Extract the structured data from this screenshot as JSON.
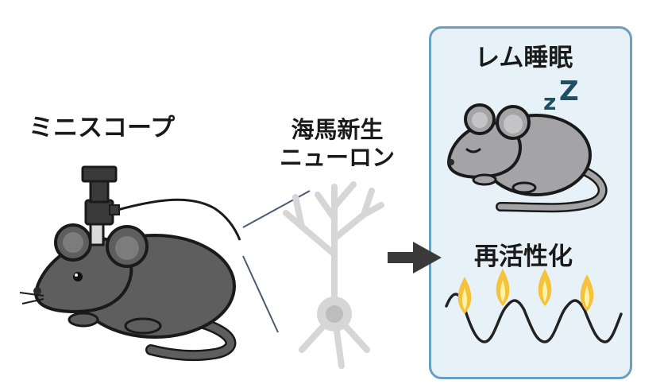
{
  "labels": {
    "miniscope": "ミニスコープ",
    "neuron_line1": "海馬新生",
    "neuron_line2": "ニューロン",
    "rem_sleep": "レム睡眠",
    "reactivation": "再活性化",
    "sleep_z": "z",
    "sleep_z_big": "Z"
  },
  "colors": {
    "panel_fill": "#e6f2f7",
    "panel_border": "#6b9fbe",
    "mouse_dark": "#5e5e5e",
    "mouse_light": "#a4a4a6",
    "zz": "#1e4f66",
    "flame_outer": "#f5c23a",
    "flame_inner": "#fff3a8",
    "neuron": "#d6d6d6",
    "arrow": "#3a3a3a"
  },
  "icons": [
    "mouse-with-miniscope-icon",
    "neuron-icon",
    "sleeping-mouse-icon",
    "flame-icon",
    "oscillation-wave-icon",
    "arrow-right-icon"
  ]
}
